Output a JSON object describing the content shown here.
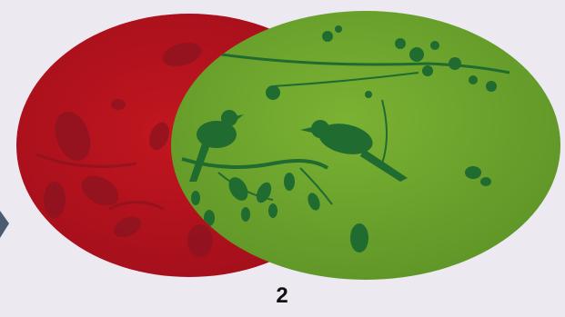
{
  "slide": {
    "number": "2"
  },
  "colors": {
    "background": "#ece9f1",
    "red_circle": "#b3121f",
    "green_circle": "#6ea52b",
    "silhouette": "#1f6b30",
    "red_silhouette": "#8a1420"
  },
  "icons": {
    "left_circle": "red-ellipse-with-leaf-silhouettes",
    "right_circle": "green-ellipse-with-birds-on-branch-silhouette",
    "edge_arrow": "partial-arrow-icon"
  }
}
